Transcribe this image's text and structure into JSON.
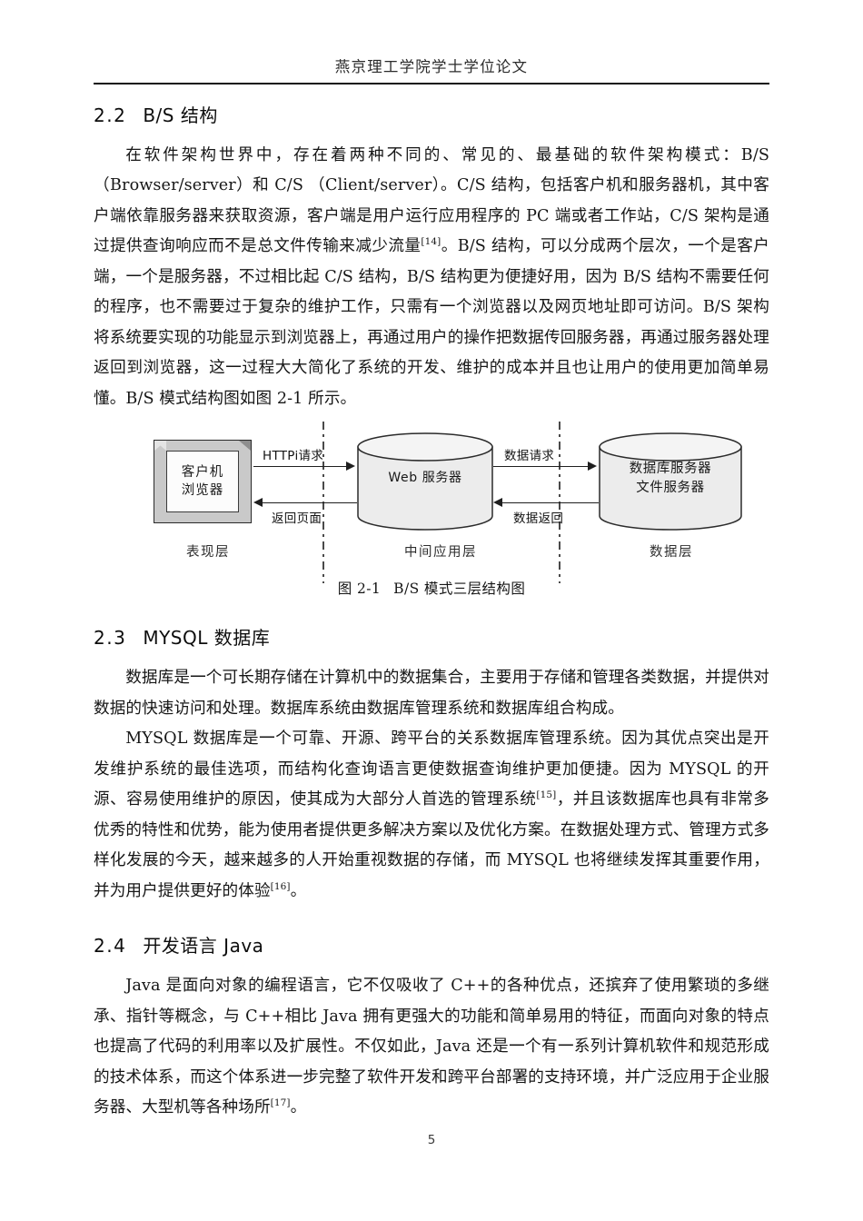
{
  "header": {
    "title": "燕京理工学院学士学位论文"
  },
  "sections": {
    "bs": {
      "number": "2.2",
      "title": "B/S 结构",
      "paragraph": "在软件架构世界中，存在着两种不同的、常见的、最基础的软件架构模式：B/S（Browser/server）和 C/S （Client/server）。C/S 结构，包括客户机和服务器机，其中客户端依靠服务器来获取资源，客户端是用户运行应用程序的 PC 端或者工作站，C/S 架构是通过提供查询响应而不是总文件传输来减少流量",
      "citation_1": "[14]",
      "paragraph_cont": "。B/S 结构，可以分成两个层次，一个是客户端，一个是服务器，不过相比起 C/S 结构，B/S 结构更为便捷好用，因为 B/S 结构不需要任何的程序，也不需要过于复杂的维护工作，只需有一个浏览器以及网页地址即可访问。B/S 架构将系统要实现的功能显示到浏览器上，再通过用户的操作把数据传回服务器，再通过服务器处理返回到浏览器，这一过程大大简化了系统的开发、维护的成本并且也让用户的使用更加简单易懂。B/S 模式结构图如图 2-1 所示。"
    },
    "mysql": {
      "number": "2.3",
      "title": "MYSQL 数据库",
      "paragraph_1": "数据库是一个可长期存储在计算机中的数据集合，主要用于存储和管理各类数据，并提供对数据的快速访问和处理。数据库系统由数据库管理系统和数据库组合构成。",
      "paragraph_2a": "MYSQL 数据库是一个可靠、开源、跨平台的关系数据库管理系统。因为其优点突出是开发维护系统的最佳选项，而结构化查询语言更使数据查询维护更加便捷。因为 MYSQL 的开源、容易使用维护的原因，使其成为大部分人首选的管理系统",
      "citation_2": "[15]",
      "paragraph_2b": "，并且该数据库也具有非常多优秀的特性和优势，能为使用者提供更多解决方案以及优化方案。在数据处理方式、管理方式多样化发展的今天，越来越多的人开始重视数据的存储，而 MYSQL 也将继续发挥其重要作用，并为用户提供更好的体验",
      "citation_3": "[16]",
      "paragraph_2c": "。"
    },
    "java": {
      "number": "2.4",
      "title": "开发语言 Java",
      "paragraph_a": "Java 是面向对象的编程语言，它不仅吸收了 C++的各种优点，还摈弃了使用繁琐的多继承、指针等概念，与 C++相比 Java 拥有更强大的功能和简单易用的特征，而面向对象的特点也提高了代码的利用率以及扩展性。不仅如此，Java 还是一个有一系列计算机软件和规范形成的技术体系，而这个体系进一步完整了软件开发和跨平台部署的支持环境，并广泛应用于企业服务器、大型机等各种场所",
      "citation_4": "[17]",
      "paragraph_b": "。"
    }
  },
  "figure": {
    "client": {
      "line1": "客户机",
      "line2": "浏览器"
    },
    "web_server": "Web 服务器",
    "db_server": {
      "line1": "数据库服务器",
      "line2": "文件服务器"
    },
    "arrows": {
      "http_request": "HTTPi请求",
      "return_page": "返回页面",
      "data_request": "数据请求",
      "data_return": "数据返回"
    },
    "layers": {
      "presentation": "表现层",
      "middle": "中间应用层",
      "data": "数据层"
    },
    "caption": {
      "label": "图 2-1",
      "text": "B/S 模式三层结构图"
    }
  },
  "footer": {
    "page_number": "5"
  },
  "colors": {
    "text": "#161616",
    "rule": "#111111",
    "cylinder_fill": "#ececec",
    "box_bevel": "#c9c9c9"
  }
}
